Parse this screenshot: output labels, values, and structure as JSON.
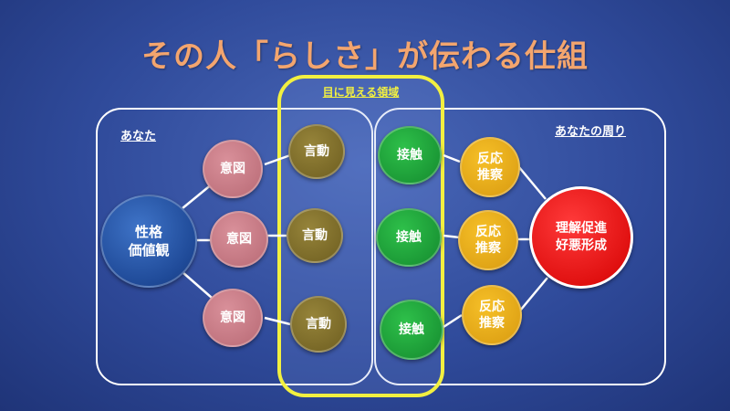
{
  "title": "その人「らしさ」が伝わる仕組",
  "labels": {
    "you": "あなた",
    "surroundings": "あなたの周り",
    "visible_area": "目に見える領域"
  },
  "nodes": {
    "persona": [
      "性格",
      "価値観"
    ],
    "intent": "意図",
    "speech": "言動",
    "contact": "接触",
    "reaction": [
      "反応",
      "推察"
    ],
    "result": [
      "理解促進",
      "好悪形成"
    ]
  },
  "colors": {
    "title": "#f3a56e",
    "visible_border": "#f2f040",
    "persona": "#2a5cb0",
    "intent": "#c87882",
    "speech": "#7e6e2a",
    "contact": "#1aa53a",
    "reaction": "#ecae18",
    "result": "#e81010"
  }
}
